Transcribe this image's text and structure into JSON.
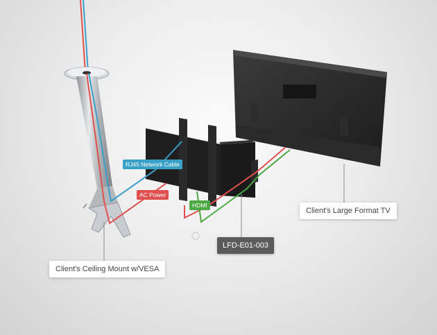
{
  "labels": {
    "ceiling_mount": "Client's Ceiling Mount w/VESA",
    "large_tv": "Client's Large Format TV",
    "product_code": "LFD-E01-003"
  },
  "cables": {
    "network": {
      "label": "RJ45 Network Cable",
      "color": "#3aa0c8"
    },
    "power": {
      "label": "AC Power",
      "color": "#e0504f"
    },
    "hdmi": {
      "label": "HDMI",
      "color": "#4caa44"
    }
  }
}
